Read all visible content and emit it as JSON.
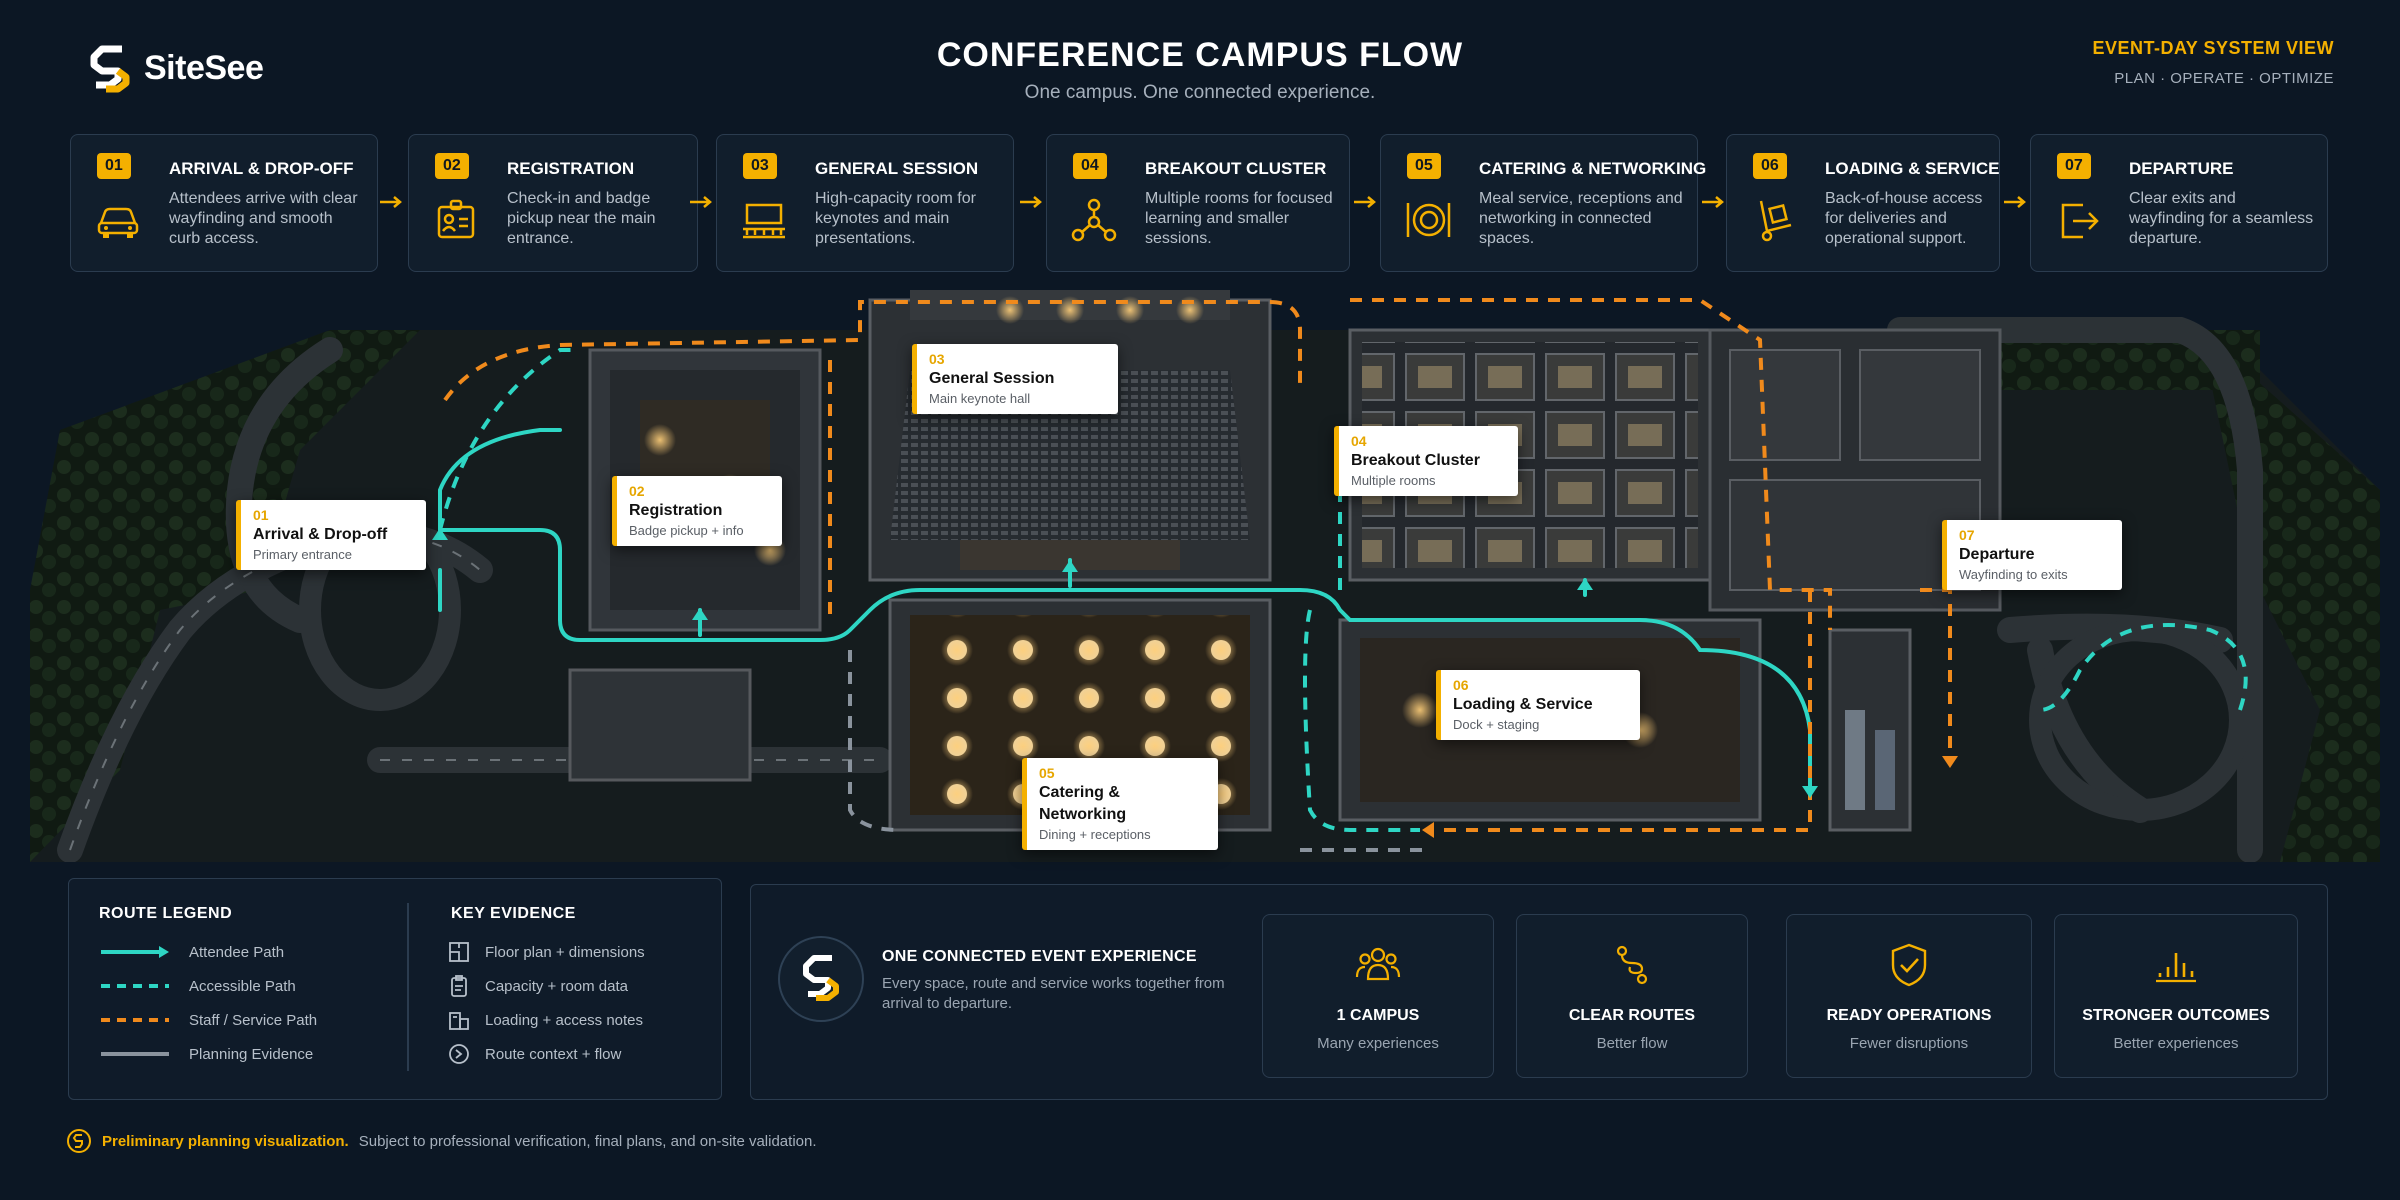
{
  "brand": {
    "name": "SiteSee",
    "accent": "#f4b000"
  },
  "header": {
    "title": "CONFERENCE CAMPUS FLOW",
    "subtitle": "One campus. One connected experience.",
    "view_title": "EVENT-DAY SYSTEM VIEW",
    "view_subtitle": "PLAN · OPERATE · OPTIMIZE"
  },
  "steps": [
    {
      "num": "01",
      "title": "ARRIVAL & DROP-OFF",
      "desc": "Attendees arrive with clear wayfinding and smooth curb access.",
      "icon": "car-icon"
    },
    {
      "num": "02",
      "title": "REGISTRATION",
      "desc": "Check-in and badge pickup near the main entrance.",
      "icon": "badge-icon"
    },
    {
      "num": "03",
      "title": "GENERAL SESSION",
      "desc": "High-capacity room for keynotes and main presentations.",
      "icon": "stage-icon"
    },
    {
      "num": "04",
      "title": "BREAKOUT CLUSTER",
      "desc": "Multiple rooms for focused learning and smaller sessions.",
      "icon": "network-icon"
    },
    {
      "num": "05",
      "title": "CATERING & NETWORKING",
      "desc": "Meal service, receptions and networking in connected spaces.",
      "icon": "plate-icon"
    },
    {
      "num": "06",
      "title": "LOADING & SERVICE",
      "desc": "Back-of-house access for deliveries and operational support.",
      "icon": "hand-truck-icon"
    },
    {
      "num": "07",
      "title": "DEPARTURE",
      "desc": "Clear exits and wayfinding for a seamless departure.",
      "icon": "exit-icon"
    }
  ],
  "map_callouts": [
    {
      "num": "01",
      "title": "Arrival & Drop-off",
      "sub": "Primary entrance"
    },
    {
      "num": "02",
      "title": "Registration",
      "sub": "Badge pickup + info"
    },
    {
      "num": "03",
      "title": "General Session",
      "sub": "Main keynote hall"
    },
    {
      "num": "04",
      "title": "Breakout Cluster",
      "sub": "Multiple rooms"
    },
    {
      "num": "05",
      "title": "Catering & Networking",
      "sub": "Dining + receptions"
    },
    {
      "num": "06",
      "title": "Loading & Service",
      "sub": "Dock + staging"
    },
    {
      "num": "07",
      "title": "Departure",
      "sub": "Wayfinding to exits"
    }
  ],
  "route_colors": {
    "attendee": "#2ed6c4",
    "accessible": "#2ed6c4",
    "service": "#f08a1c",
    "evidence": "#8a939d"
  },
  "legend": {
    "title": "ROUTE LEGEND",
    "items": [
      "Attendee Path",
      "Accessible Path",
      "Staff / Service Path",
      "Planning Evidence"
    ]
  },
  "evidence": {
    "title": "KEY EVIDENCE",
    "items": [
      "Floor plan + dimensions",
      "Capacity + room data",
      "Loading + access notes",
      "Route context + flow"
    ]
  },
  "experience": {
    "title": "ONE CONNECTED EVENT EXPERIENCE",
    "text": "Every space, route and service works together from arrival to departure."
  },
  "benefits": [
    {
      "title": "1 CAMPUS",
      "sub": "Many experiences",
      "icon": "people-icon"
    },
    {
      "title": "CLEAR ROUTES",
      "sub": "Better flow",
      "icon": "route-icon"
    },
    {
      "title": "READY OPERATIONS",
      "sub": "Fewer disruptions",
      "icon": "shield-check-icon"
    },
    {
      "title": "STRONGER OUTCOMES",
      "sub": "Better experiences",
      "icon": "bar-chart-icon"
    }
  ],
  "footer": {
    "bold": "Preliminary planning visualization.",
    "text": "Subject to professional verification, final plans, and on-site validation."
  }
}
